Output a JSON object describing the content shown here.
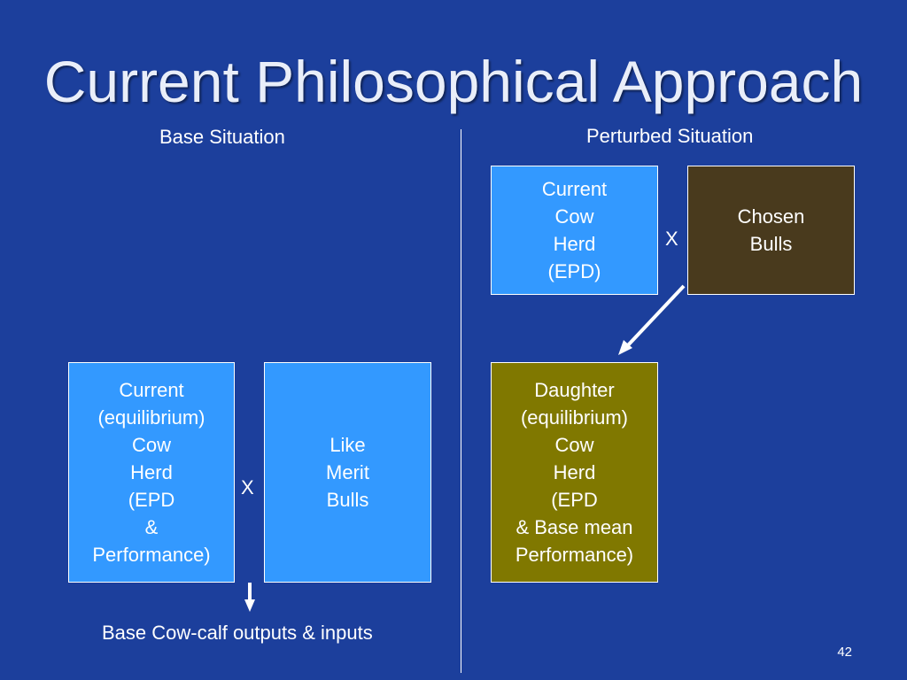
{
  "slide": {
    "title": "Current Philosophical Approach",
    "page_number": "42"
  },
  "colors": {
    "background": "#1c3f9c",
    "box_blue": "#3399ff",
    "box_brown": "#493a1d",
    "box_olive": "#807800"
  },
  "base_situation": {
    "label": "Base Situation",
    "cow_herd_box": [
      "Current",
      "(equilibrium)",
      "Cow",
      "Herd",
      "(EPD",
      "&",
      "Performance)"
    ],
    "operator": "X",
    "bulls_box": [
      "Like",
      "Merit",
      "Bulls"
    ],
    "output_label": "Base Cow-calf outputs & inputs"
  },
  "perturbed_situation": {
    "label": "Perturbed Situation",
    "cow_herd_box": [
      "Current",
      "Cow",
      "Herd",
      "(EPD)"
    ],
    "operator": "X",
    "bulls_box": [
      "Chosen",
      "Bulls"
    ],
    "daughter_box": [
      "Daughter",
      "(equilibrium)",
      "Cow",
      "Herd",
      "(EPD",
      "& Base mean",
      "Performance)"
    ]
  },
  "icons": [
    "arrow-down-icon",
    "arrow-diagonal-icon"
  ]
}
